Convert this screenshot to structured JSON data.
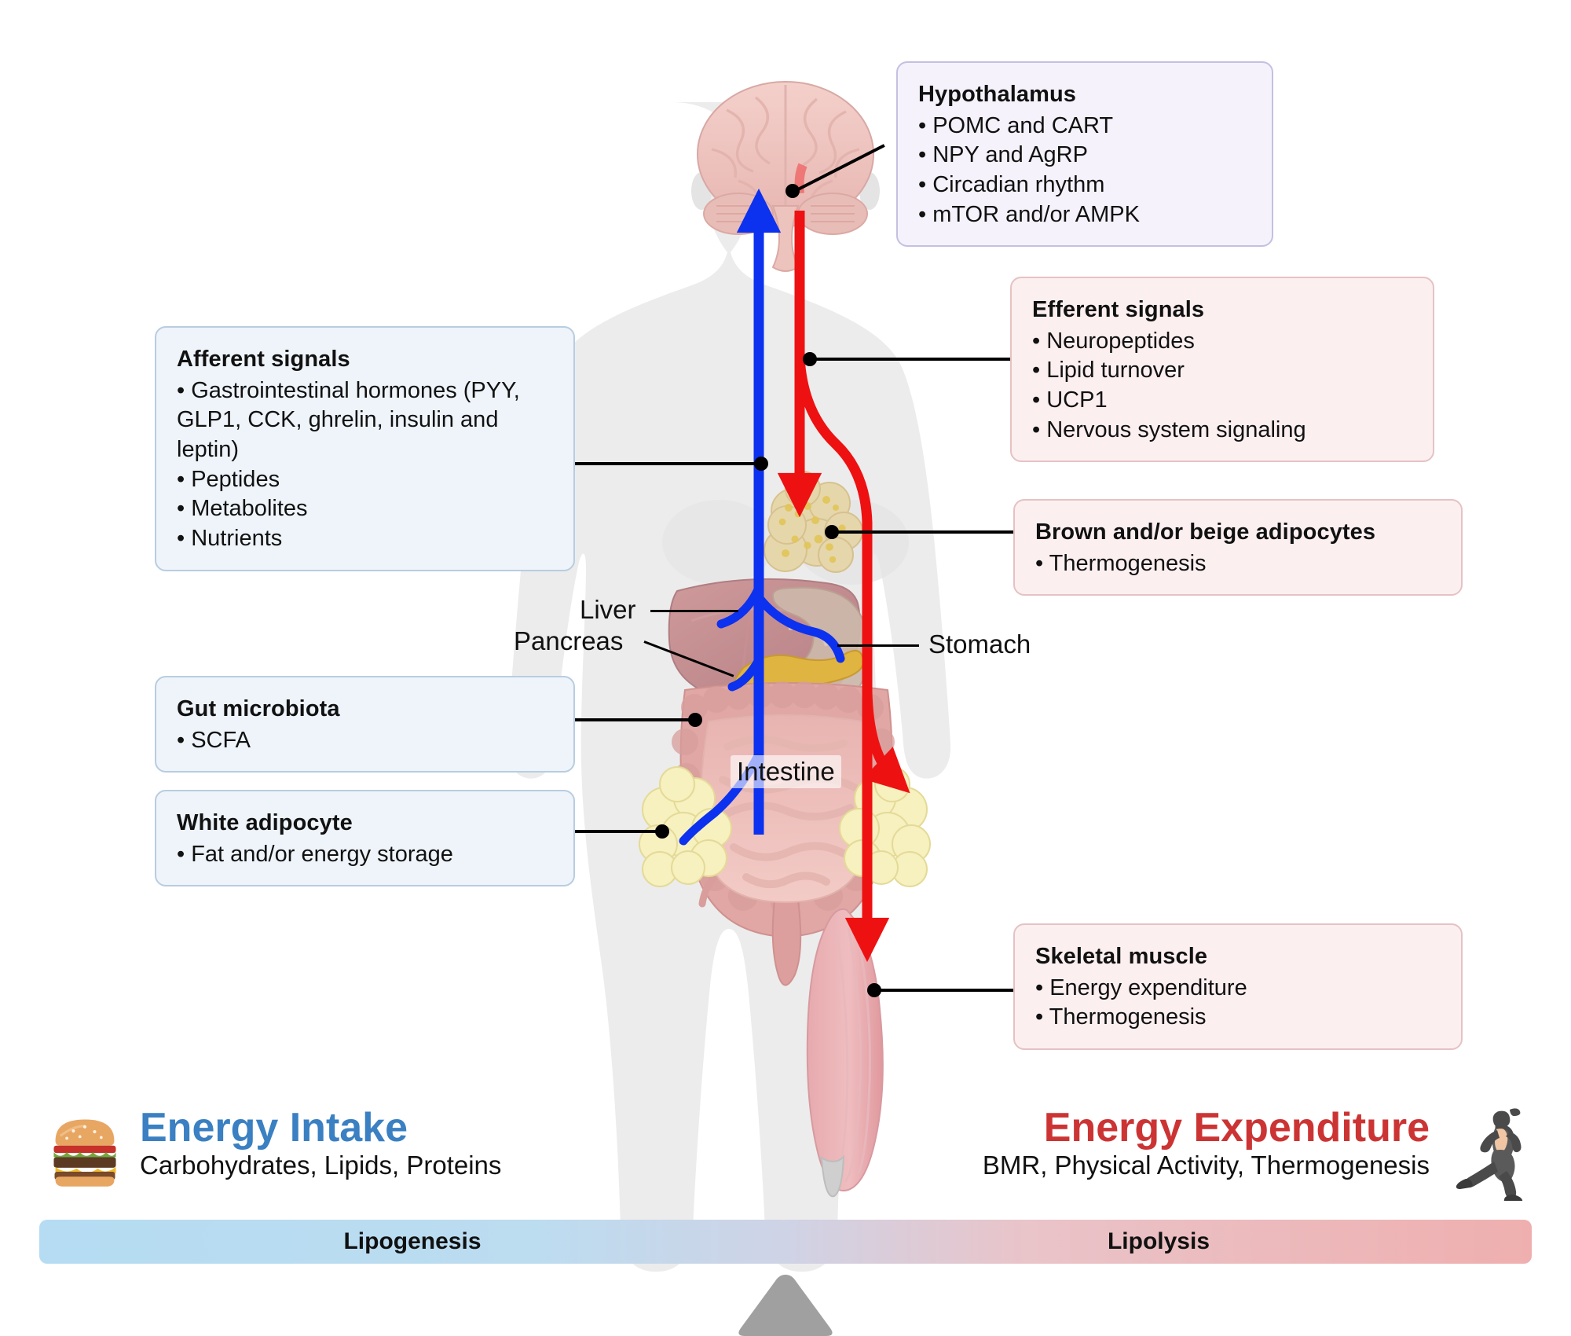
{
  "boxes": {
    "hypothalamus": {
      "title": "Hypothalamus",
      "items": [
        "• POMC and CART",
        "• NPY and AgRP",
        "• Circadian rhythm",
        "• mTOR and/or AMPK"
      ]
    },
    "efferent": {
      "title": "Efferent signals",
      "items": [
        "• Neuropeptides",
        "• Lipid turnover",
        "• UCP1",
        "• Nervous system signaling"
      ]
    },
    "afferent": {
      "title": "Afferent signals",
      "items": [
        "• Gastrointestinal hormones (PYY, GLP1, CCK, ghrelin, insulin and leptin)",
        "• Peptides",
        "• Metabolites",
        "• Nutrients"
      ]
    },
    "brown_adipocytes": {
      "title": "Brown and/or beige adipocytes",
      "items": [
        "• Thermogenesis"
      ]
    },
    "gut_microbiota": {
      "title": "Gut microbiota",
      "items": [
        "• SCFA"
      ]
    },
    "white_adipocyte": {
      "title": "White adipocyte",
      "items": [
        "• Fat and/or energy storage"
      ]
    },
    "skeletal_muscle": {
      "title": "Skeletal muscle",
      "items": [
        "• Energy expenditure",
        "• Thermogenesis"
      ]
    }
  },
  "organ_labels": {
    "liver": "Liver",
    "pancreas": "Pancreas",
    "stomach": "Stomach",
    "intestine": "Intestine"
  },
  "summary": {
    "intake": {
      "title": "Energy Intake",
      "subtitle": "Carbohydrates, Lipids, Proteins",
      "icon": "hamburger-icon",
      "color": "#3a80c2"
    },
    "expenditure": {
      "title": "Energy Expenditure",
      "subtitle": "BMR, Physical Activity, Thermogenesis",
      "icon": "running-person-icon",
      "color": "#cc3434"
    },
    "balance_left": "Lipogenesis",
    "balance_right": "Lipolysis"
  },
  "colors": {
    "afferent_arrow": "#0c31ef",
    "efferent_arrow": "#ee1111",
    "blue_box_bg": "#eef4fa",
    "pink_box_bg": "#fceff0",
    "purple_box_bg": "#f5f2fb",
    "fulcrum": "#a0a0a0"
  }
}
